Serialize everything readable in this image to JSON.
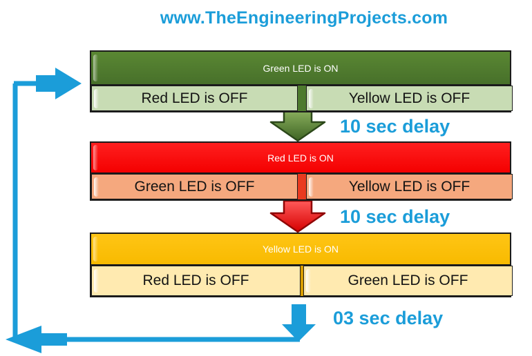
{
  "title": "www.TheEngineeringProjects.com",
  "colors": {
    "accent_blue": "#1b9dd9",
    "green_header": "#4e7a2e",
    "green_cell": "#c8dcb4",
    "red_header": "#fe0000",
    "red_cell": "#f5a87e",
    "yellow_header": "#ffc000",
    "yellow_cell": "#ffeab0",
    "border_black": "#1b1b1b"
  },
  "blocks": [
    {
      "state": "green",
      "on_label": "Green LED is ON",
      "off_cells": [
        "Red LED is OFF",
        "Yellow LED is OFF"
      ]
    },
    {
      "state": "red",
      "on_label": "Red LED is ON",
      "off_cells": [
        "Green LED is OFF",
        "Yellow LED is OFF"
      ]
    },
    {
      "state": "yellow",
      "on_label": "Yellow LED is ON",
      "off_cells": [
        "Red LED is OFF",
        "Green LED is OFF"
      ]
    }
  ],
  "delays": {
    "after_green": "10 sec delay",
    "after_red": "10 sec delay",
    "after_yellow": "03 sec delay"
  }
}
